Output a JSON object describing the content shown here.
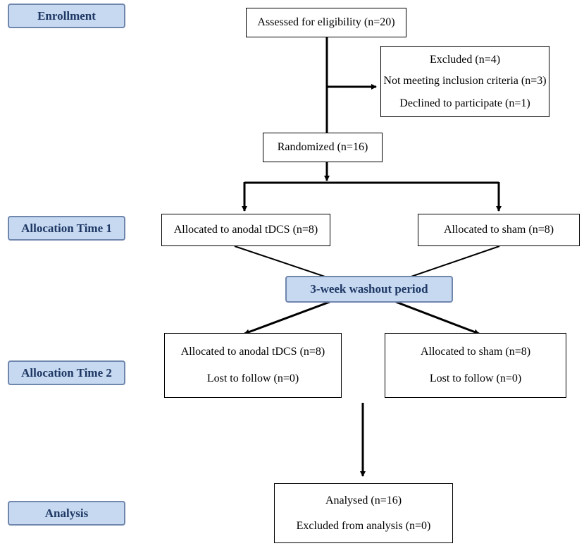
{
  "stages": {
    "enrollment": "Enrollment",
    "allocation1": "Allocation Time 1",
    "allocation2": "Allocation Time 2",
    "analysis": "Analysis"
  },
  "boxes": {
    "assessed": "Assessed for eligibility (n=20)",
    "excluded": {
      "title": "Excluded (n=4)",
      "reason1": "Not meeting inclusion criteria (n=3)",
      "reason2": "Declined to participate (n=1)"
    },
    "randomized": "Randomized (n=16)",
    "alloc1_anodal": "Allocated to anodal tDCS (n=8)",
    "alloc1_sham": "Allocated to sham (n=8)",
    "washout": "3-week washout period",
    "alloc2_anodal": {
      "title": "Allocated to anodal tDCS (n=8)",
      "lost": "Lost to follow (n=0)"
    },
    "alloc2_sham": {
      "title": "Allocated to sham (n=8)",
      "lost": "Lost to follow (n=0)"
    },
    "analysed": {
      "title": "Analysed (n=16)",
      "excluded": "Excluded from analysis (n=0)"
    }
  },
  "colors": {
    "stage_fill": "#c6d9f1",
    "stage_border": "#6f86ad",
    "stage_text": "#1f3864",
    "line": "#000000"
  }
}
